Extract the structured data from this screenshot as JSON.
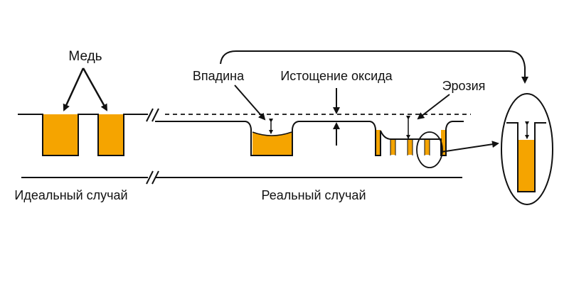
{
  "labels": {
    "copper": "Медь",
    "dishing": "Впадина",
    "oxide_thinning": "Истощение оксида",
    "erosion": "Эрозия",
    "ideal_case": "Идеальный случай",
    "real_case": "Реальный случай"
  },
  "colors": {
    "copper_fill": "#f5a400",
    "line": "#111111",
    "background": "#ffffff"
  }
}
